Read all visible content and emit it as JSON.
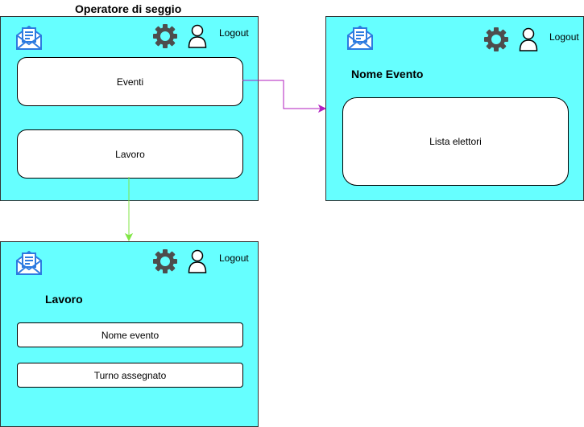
{
  "diagram_title": "Operatore di seggio",
  "screens": {
    "main": {
      "logout": "Logout",
      "buttons": [
        "Eventi",
        "Lavoro"
      ]
    },
    "event": {
      "logout": "Logout",
      "title": "Nome Evento",
      "panel": "Lista elettori"
    },
    "work": {
      "logout": "Logout",
      "title": "Lavoro",
      "fields": [
        "Nome evento",
        "Turno assegnato"
      ]
    }
  },
  "colors": {
    "screen_bg": "#66ffff",
    "icon_blue": "#2d7be0",
    "gear": "#4d4d4d",
    "arrow_eventi": "#b01ebf",
    "arrow_lavoro": "#80e645"
  },
  "icons": [
    "mail-app-logo-icon",
    "gear-icon",
    "user-icon"
  ]
}
